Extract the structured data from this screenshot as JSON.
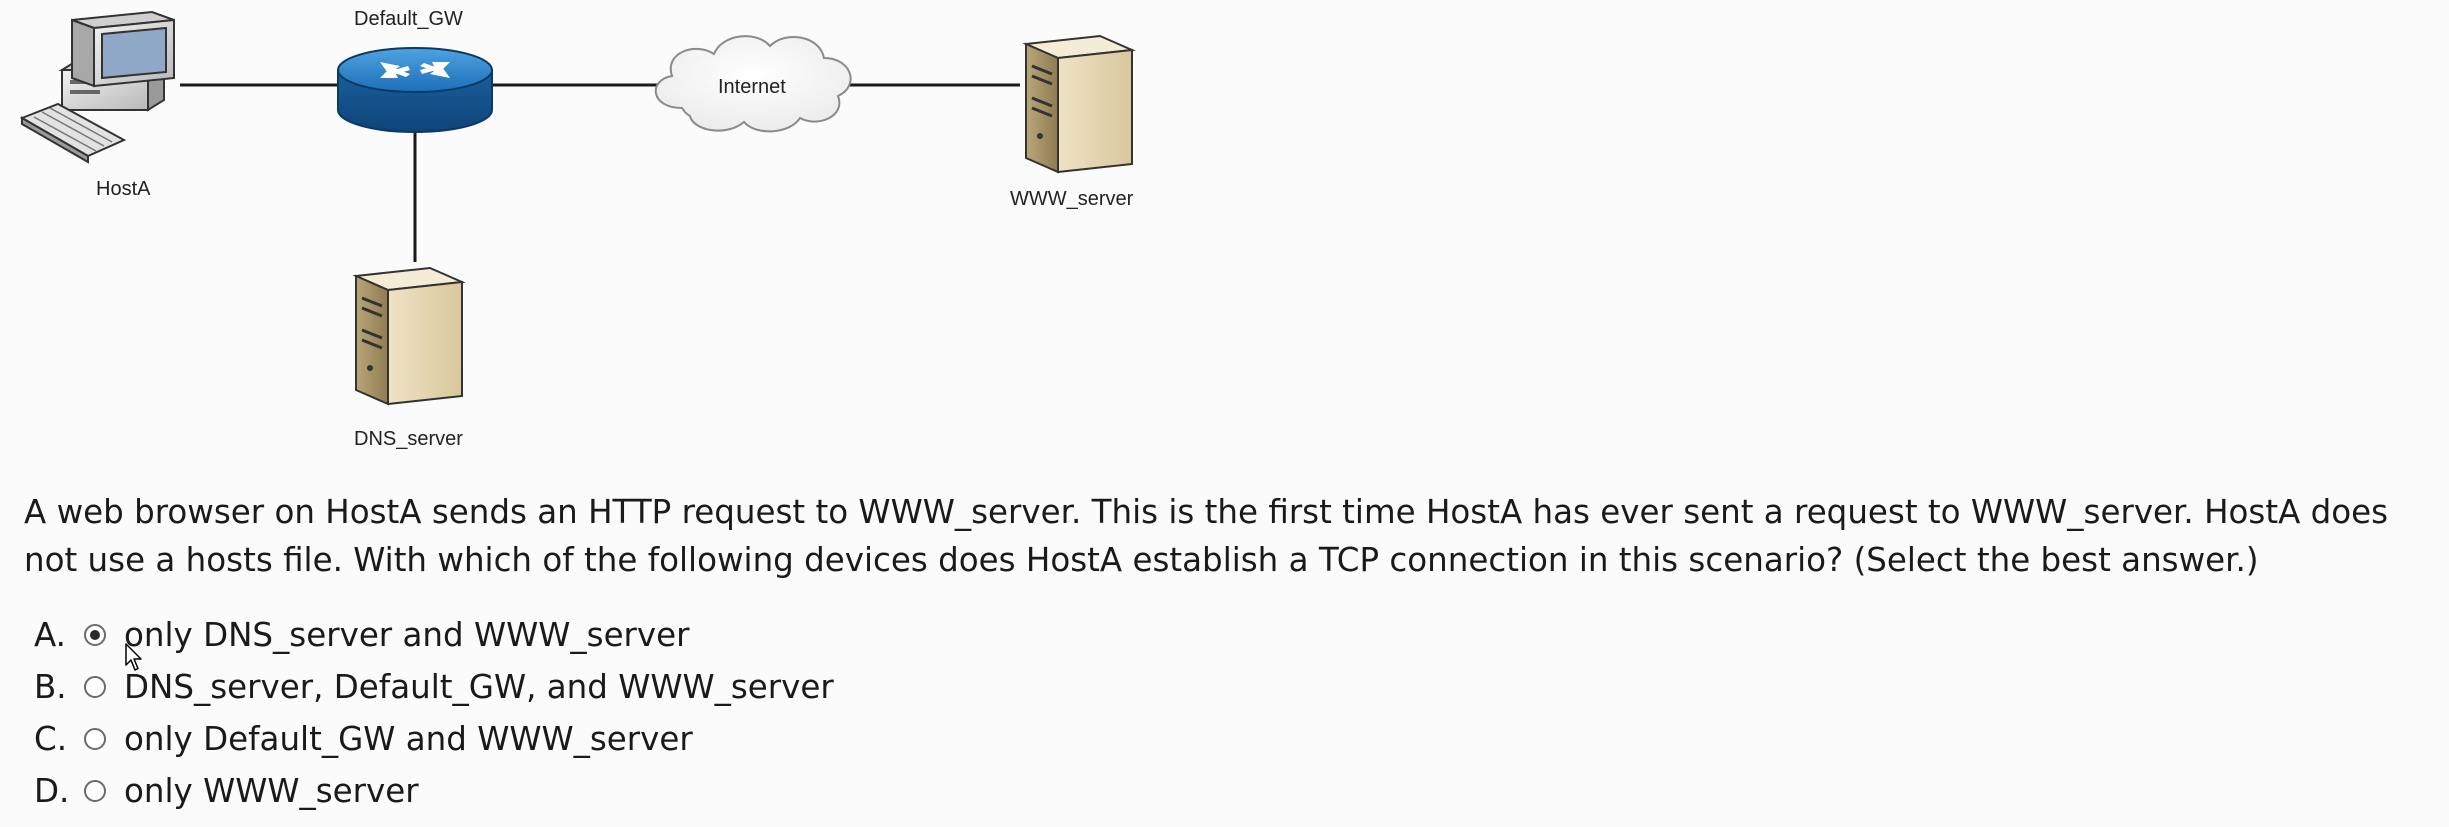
{
  "diagram": {
    "nodes": {
      "host": "HostA",
      "gateway": "Default_GW",
      "cloud": "Internet",
      "www": "WWW_server",
      "dns": "DNS_server"
    }
  },
  "question": {
    "text": "A web browser on HostA sends an HTTP request to WWW_server. This is the first time HostA has ever sent a request to WWW_server. HostA does not use a hosts file. With which of the following devices does HostA establish a TCP connection in this scenario?  (Select the best answer.)"
  },
  "answers": [
    {
      "letter": "A.",
      "text": "only DNS_server and WWW_server",
      "selected": true
    },
    {
      "letter": "B.",
      "text": "DNS_server, Default_GW, and WWW_server",
      "selected": false
    },
    {
      "letter": "C.",
      "text": "only Default_GW and WWW_server",
      "selected": false
    },
    {
      "letter": "D.",
      "text": "only WWW_server",
      "selected": false
    }
  ]
}
